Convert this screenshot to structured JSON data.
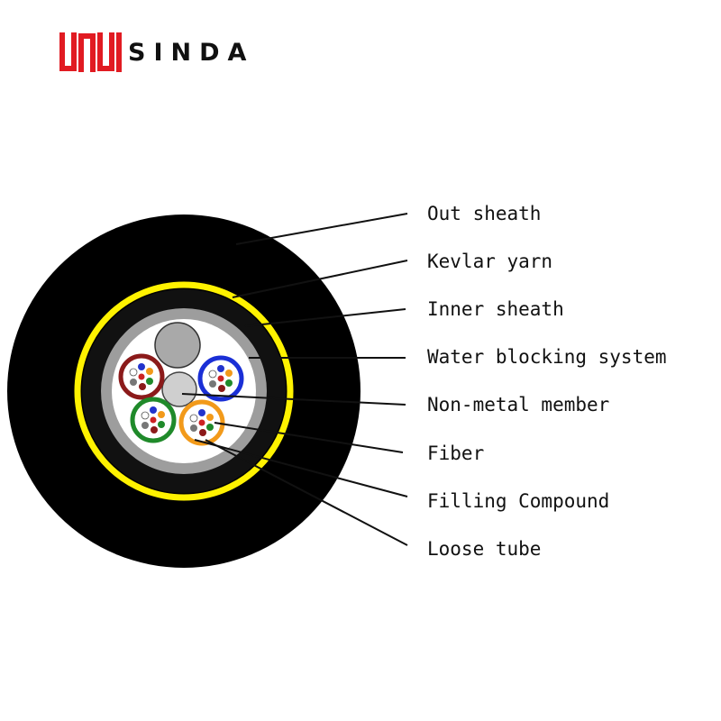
{
  "brand": {
    "name": "SINDA",
    "color": "#e11b22"
  },
  "labels": {
    "out_sheath": "Out sheath",
    "kevlar_yarn": "Kevlar yarn",
    "inner_sheath": "Inner sheath",
    "water_blocking": "Water blocking system",
    "non_metal_member": "Non-metal member",
    "fiber": "Fiber",
    "filling_compound": "Filling Compound",
    "loose_tube": "Loose tube"
  },
  "colors": {
    "out_sheath": "#000000",
    "kevlar_yarn": "#fff200",
    "inner_sheath": "#111111",
    "water_blocking": "#9a9a9a",
    "non_metal_member": "#cccccc",
    "loose_tube_red": "#8b1a1a",
    "loose_tube_blue": "#1a2fd6",
    "loose_tube_green": "#1f8a2a",
    "loose_tube_orange": "#f29a1a"
  }
}
